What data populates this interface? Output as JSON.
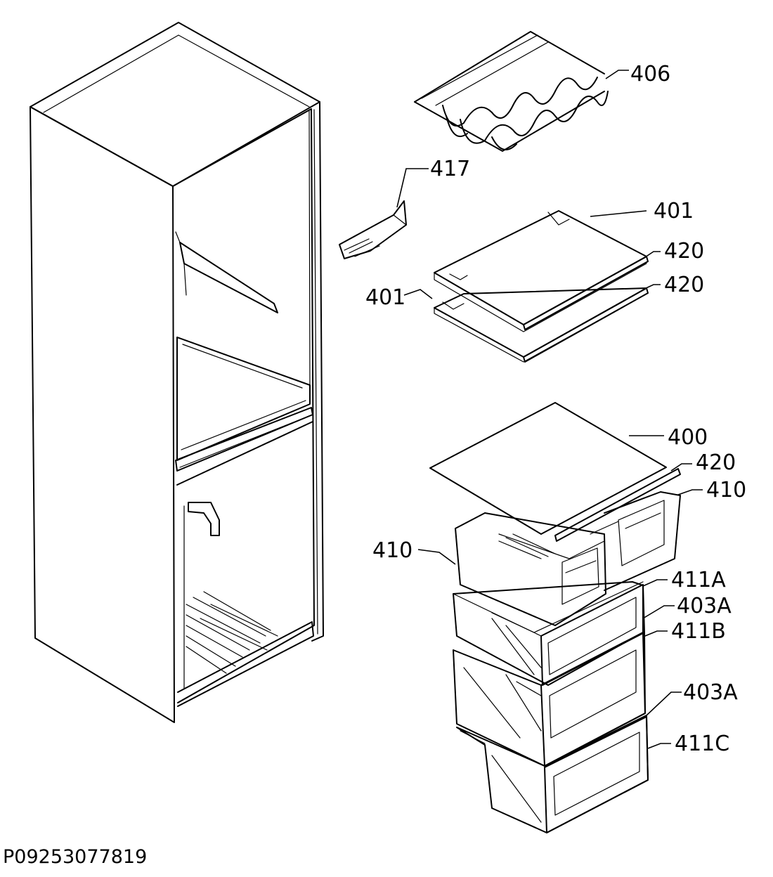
{
  "document_code": "P09253077819",
  "callouts": {
    "c406": "406",
    "c417": "417",
    "c401a": "401",
    "c420a": "420",
    "c401b": "401",
    "c420b": "420",
    "c400": "400",
    "c420c": "420",
    "c410a": "410",
    "c410b": "410",
    "c411A": "411A",
    "c403Aa": "403A",
    "c411B": "411B",
    "c403Ab": "403A",
    "c411C": "411C"
  }
}
